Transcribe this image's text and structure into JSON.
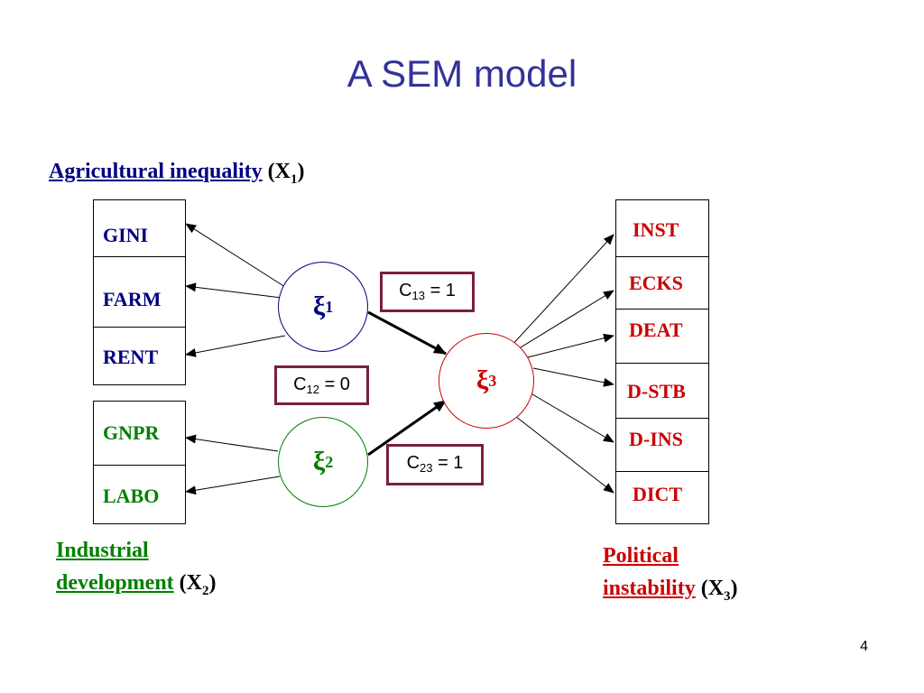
{
  "title": "A SEM model",
  "groups": {
    "x1": {
      "name": "Agricultural inequality",
      "var": "X",
      "sub": "1",
      "color": "#000080"
    },
    "x2": {
      "name_line1": "Industrial",
      "name_line2": "development",
      "var": "X",
      "sub": "2",
      "color": "#008000"
    },
    "x3": {
      "name_line1": "Political",
      "name_line2": "instability",
      "var": "X",
      "sub": "3",
      "color": "#cc0000"
    }
  },
  "indicators": {
    "x1": [
      "GINI",
      "FARM",
      "RENT"
    ],
    "x2": [
      "GNPR",
      "LABO"
    ],
    "x3": [
      "INST",
      "ECKS",
      "DEAT",
      "D-STB",
      "D-INS",
      "DICT"
    ]
  },
  "latents": [
    {
      "symbol": "ξ",
      "sub": "1",
      "color": "#000080"
    },
    {
      "symbol": "ξ",
      "sub": "2",
      "color": "#008000"
    },
    {
      "symbol": "ξ",
      "sub": "3",
      "color": "#cc0000"
    }
  ],
  "coefficients": [
    {
      "label": "C",
      "sub": "13",
      "value": "= 1"
    },
    {
      "label": "C",
      "sub": "12",
      "value": "= 0"
    },
    {
      "label": "C",
      "sub": "23",
      "value": "= 1"
    }
  ],
  "page_number": "4"
}
